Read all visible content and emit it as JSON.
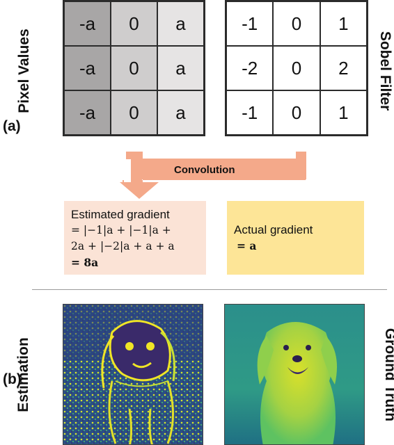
{
  "panel_a": {
    "label": "(a)",
    "pixel_values_label": "Pixel Values",
    "sobel_filter_label": "Sobel Filter",
    "pixel_grid": [
      [
        "-a",
        "0",
        "a"
      ],
      [
        "-a",
        "0",
        "a"
      ],
      [
        "-a",
        "0",
        "a"
      ]
    ],
    "sobel_grid": [
      [
        "-1",
        "0",
        "1"
      ],
      [
        "-2",
        "0",
        "2"
      ],
      [
        "-1",
        "0",
        "1"
      ]
    ],
    "arrow_label": "Convolution",
    "estimated": {
      "title": "Estimated gradient",
      "line1": "= |−1|a + |−1|a +",
      "line2": "2a + |−2|a + a + a",
      "line3": "= 8a"
    },
    "actual": {
      "title": "Actual gradient",
      "line1": "= a"
    }
  },
  "panel_b": {
    "label": "(b)",
    "estimation_label": "Estimation",
    "ground_truth_label": "Ground Truth"
  },
  "colors": {
    "estimated_box": "#fbe3d6",
    "actual_box": "#fde597",
    "arrow": "#f4a98a",
    "viridis_dark": "#30245f",
    "viridis_mid": "#26918d",
    "viridis_light": "#e7e31b"
  }
}
